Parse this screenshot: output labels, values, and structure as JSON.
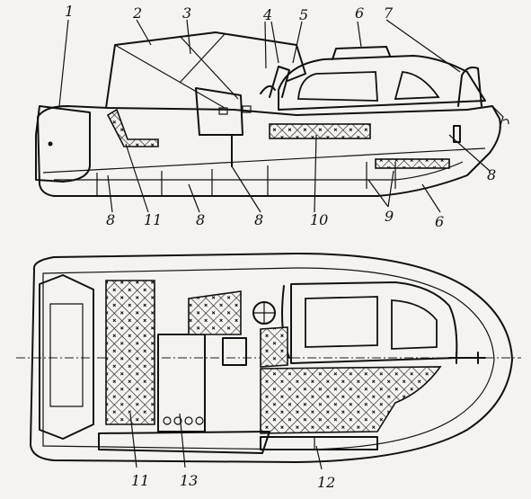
{
  "callouts": {
    "side": {
      "c1": "1",
      "c2": "2",
      "c3": "3",
      "c4": "4",
      "c5": "5",
      "c6": "6",
      "c7": "7",
      "c8_bow": "8",
      "c8_stern": "8",
      "c11": "11",
      "c8_mid": "8",
      "c8_center": "8",
      "c10": "10",
      "c9": "9",
      "c6_low": "6"
    },
    "plan": {
      "c11": "11",
      "c13": "13",
      "c12": "12"
    }
  },
  "colors": {
    "ink": "#111111",
    "paper": "#f4f3ef"
  }
}
